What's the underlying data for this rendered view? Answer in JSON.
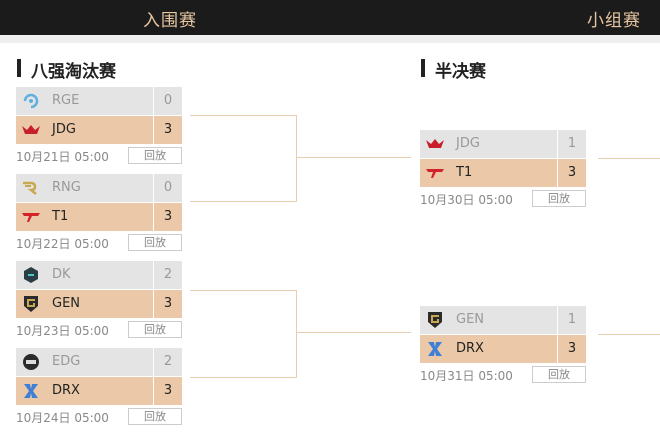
{
  "tabs": {
    "left": "入围赛",
    "right": "小组赛"
  },
  "sections": {
    "quarter": "八强淘汰赛",
    "semi": "半决赛"
  },
  "replay_label": "回放",
  "colors": {
    "win_bg": "#ebc9a8",
    "lose_bg": "#e4e4e4",
    "connector": "#e8cdb0",
    "topbar": "#1b1b1b",
    "tab_text": "#e8c7a2"
  },
  "quarter_matches": [
    {
      "date": "10月21日 05:00",
      "teams": [
        {
          "name": "RGE",
          "score": "0",
          "logo": "rge-logo-icon"
        },
        {
          "name": "JDG",
          "score": "3",
          "logo": "jdg-logo-icon"
        }
      ]
    },
    {
      "date": "10月22日 05:00",
      "teams": [
        {
          "name": "RNG",
          "score": "0",
          "logo": "rng-logo-icon"
        },
        {
          "name": "T1",
          "score": "3",
          "logo": "t1-logo-icon"
        }
      ]
    },
    {
      "date": "10月23日 05:00",
      "teams": [
        {
          "name": "DK",
          "score": "2",
          "logo": "dk-logo-icon"
        },
        {
          "name": "GEN",
          "score": "3",
          "logo": "gen-logo-icon"
        }
      ]
    },
    {
      "date": "10月24日 05:00",
      "teams": [
        {
          "name": "EDG",
          "score": "2",
          "logo": "edg-logo-icon"
        },
        {
          "name": "DRX",
          "score": "3",
          "logo": "drx-logo-icon"
        }
      ]
    }
  ],
  "semi_matches": [
    {
      "date": "10月30日 05:00",
      "teams": [
        {
          "name": "JDG",
          "score": "1",
          "logo": "jdg-logo-icon"
        },
        {
          "name": "T1",
          "score": "3",
          "logo": "t1-logo-icon"
        }
      ]
    },
    {
      "date": "10月31日 05:00",
      "teams": [
        {
          "name": "GEN",
          "score": "1",
          "logo": "gen-logo-icon"
        },
        {
          "name": "DRX",
          "score": "3",
          "logo": "drx-logo-icon"
        }
      ]
    }
  ]
}
